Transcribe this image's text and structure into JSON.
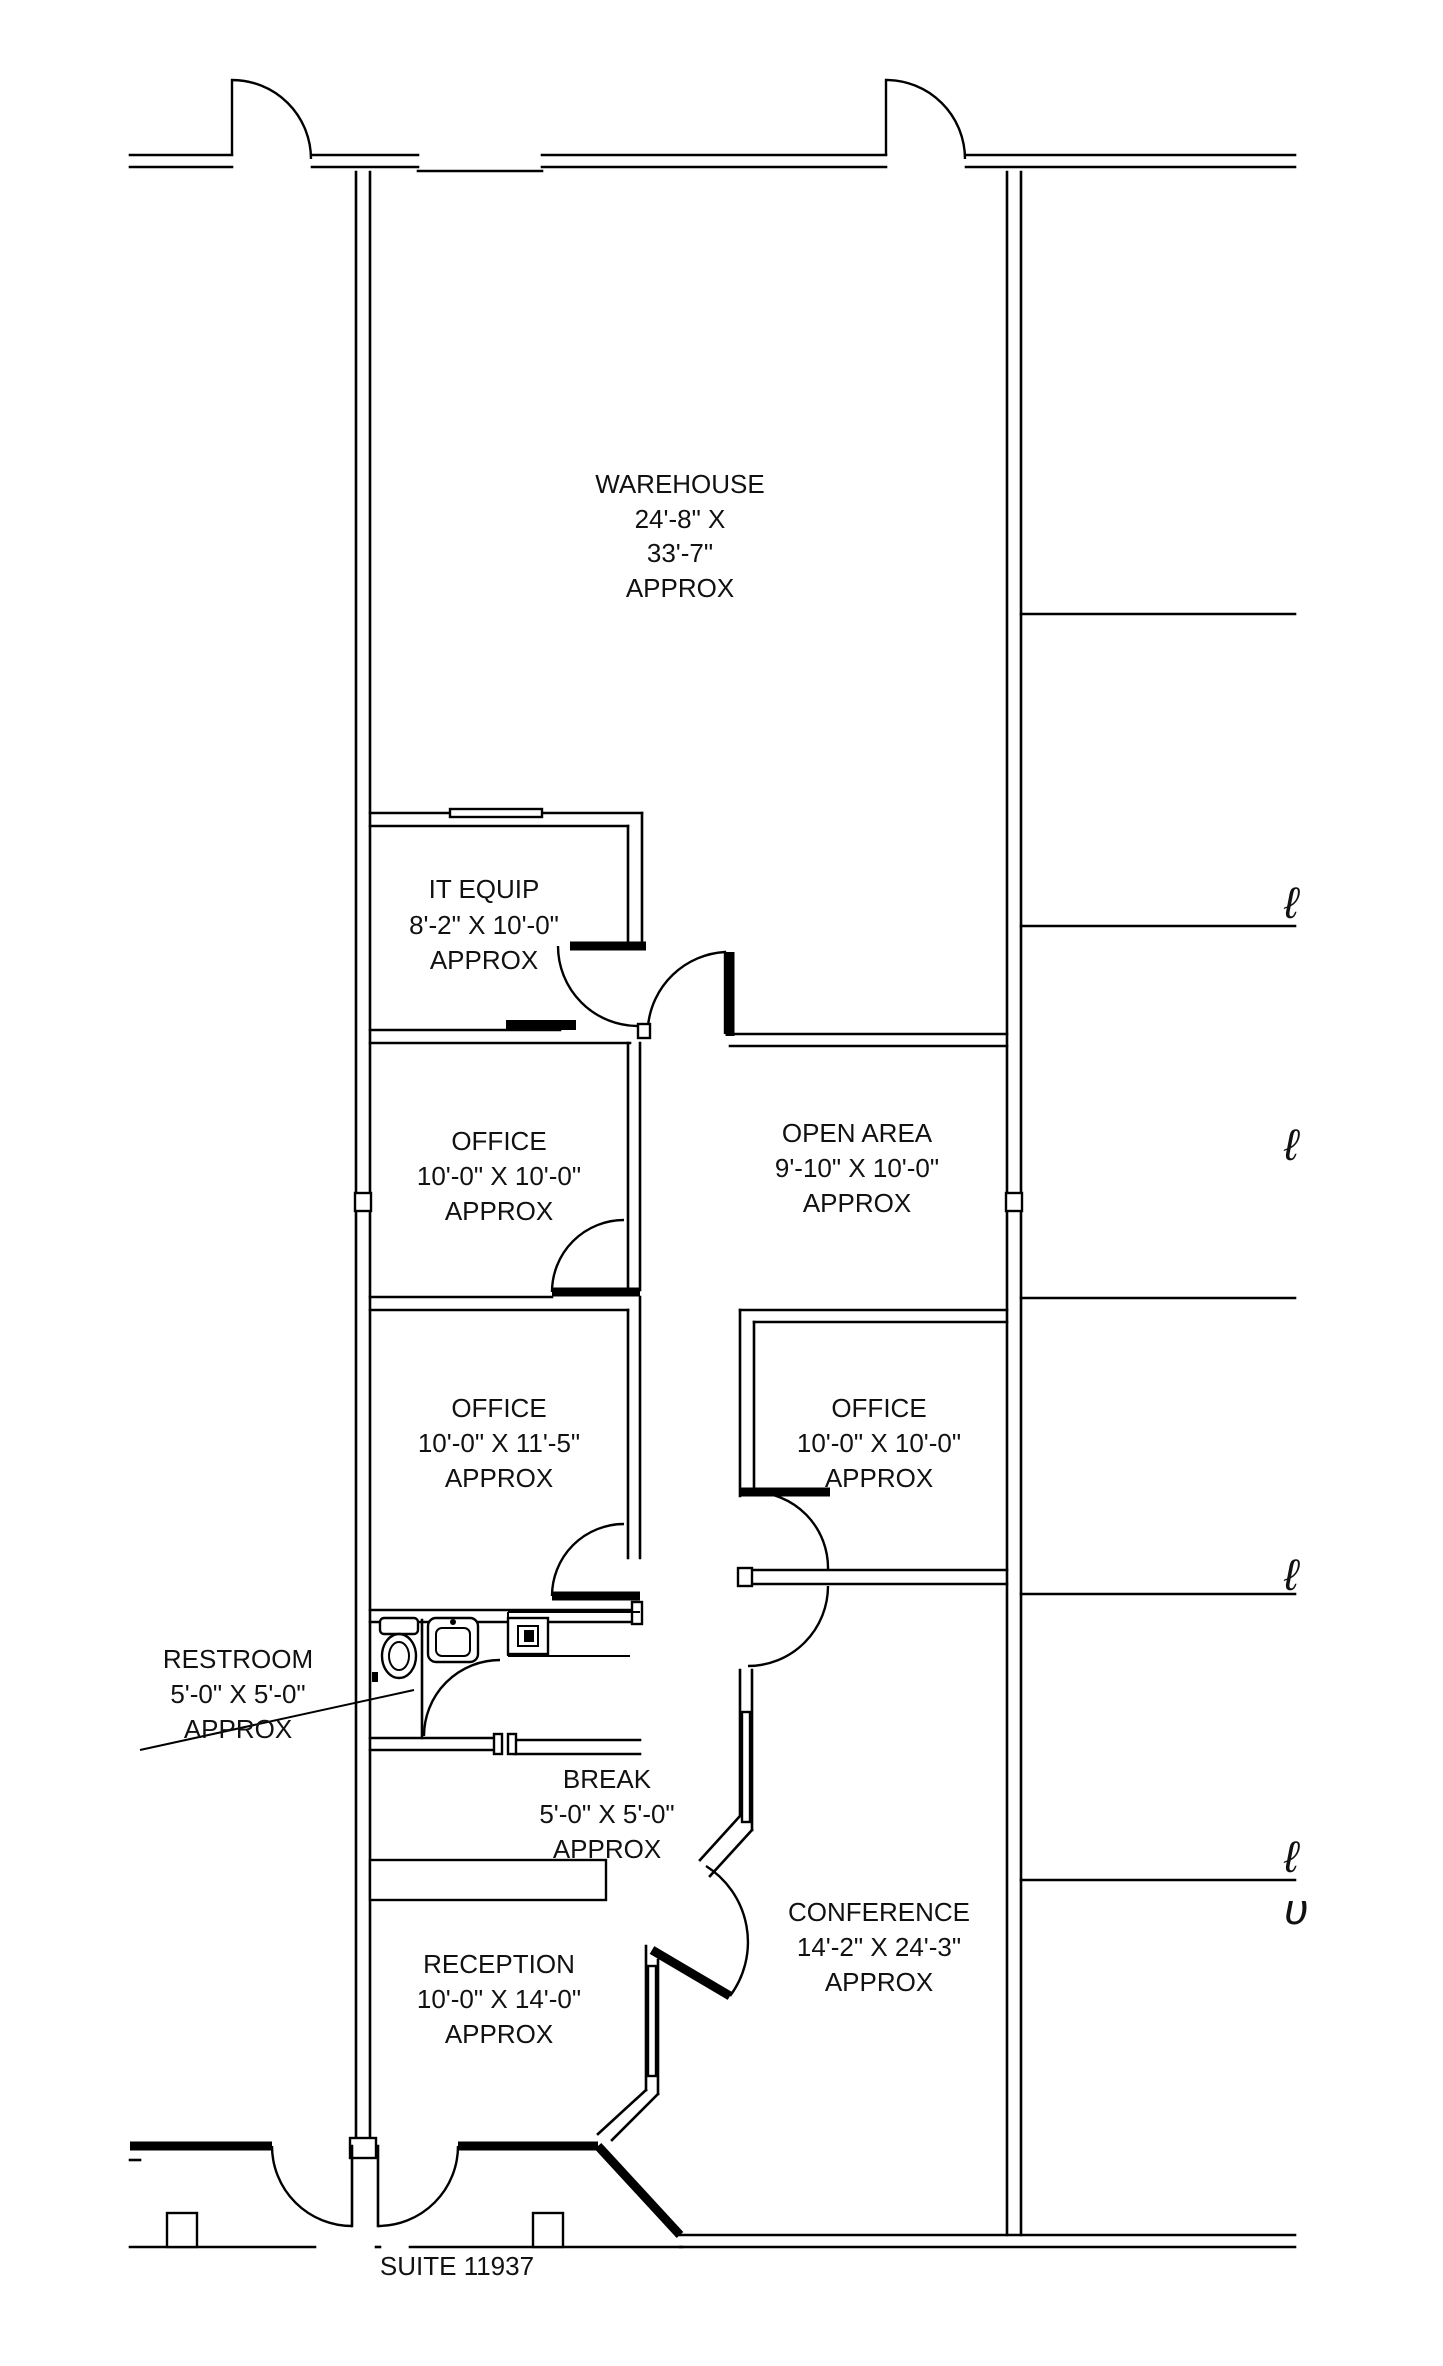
{
  "rooms": {
    "warehouse": {
      "name": "WAREHOUSE",
      "dim1": "24'-8\" X",
      "dim2": "33'-7\"",
      "approx": "APPROX"
    },
    "it_equip": {
      "name": "IT EQUIP",
      "dims": "8'-2\" X 10'-0\"",
      "approx": "APPROX"
    },
    "office_1": {
      "name": "OFFICE",
      "dims": "10'-0\" X 10'-0\"",
      "approx": "APPROX"
    },
    "open_area": {
      "name": "OPEN AREA",
      "dims": "9'-10\" X 10'-0\"",
      "approx": "APPROX"
    },
    "office_2": {
      "name": "OFFICE",
      "dims": "10'-0\" X 11'-5\"",
      "approx": "APPROX"
    },
    "office_3": {
      "name": "OFFICE",
      "dims": "10'-0\" X 10'-0\"",
      "approx": "APPROX"
    },
    "restroom": {
      "name": "RESTROOM",
      "dims": "5'-0\" X 5'-0\"",
      "approx": "APPROX"
    },
    "break": {
      "name": "BREAK",
      "dims": "5'-0\" X 5'-0\"",
      "approx": "APPROX"
    },
    "conference": {
      "name": "CONFERENCE",
      "dims": "14'-2\" X 24'-3\"",
      "approx": "APPROX"
    },
    "reception": {
      "name": "RECEPTION",
      "dims": "10'-0\" X 14'-0\"",
      "approx": "APPROX"
    }
  },
  "suite_label": "SUITE 11937",
  "icons": [
    "door-swing-icon",
    "toilet-icon",
    "sink-icon",
    "window-icon"
  ]
}
